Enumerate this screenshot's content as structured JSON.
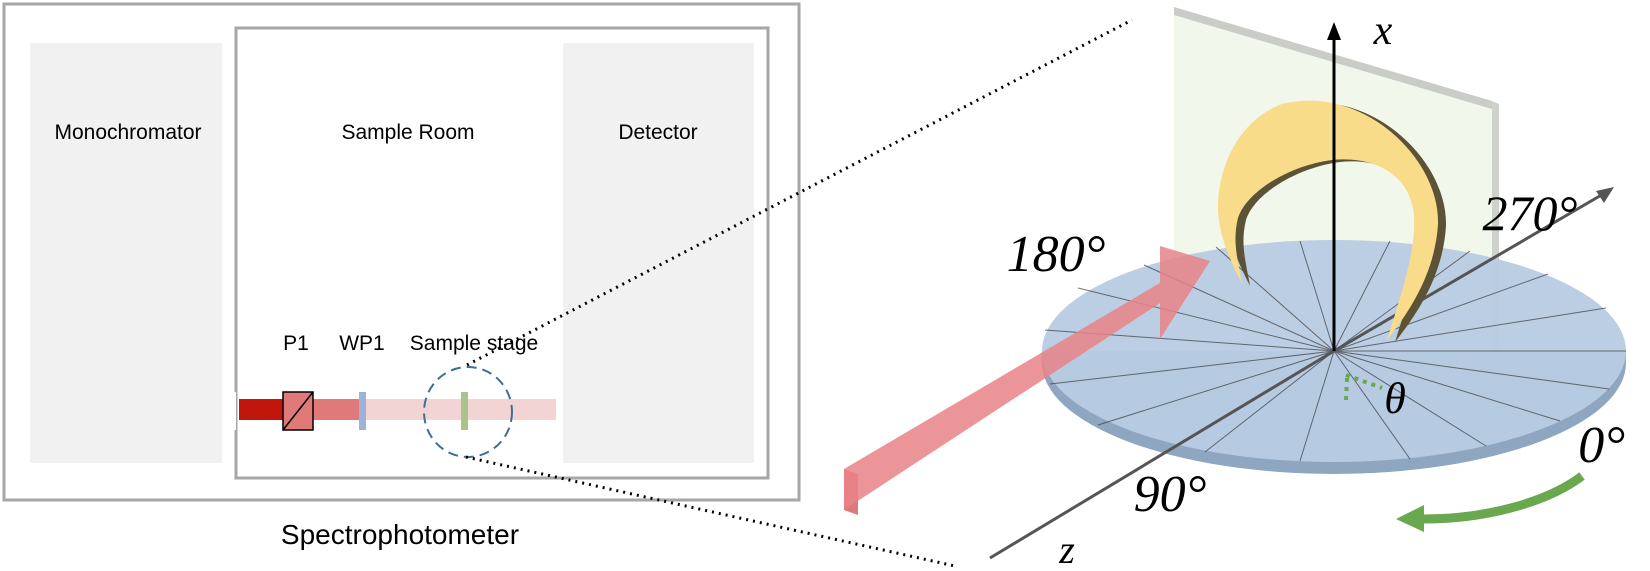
{
  "spectrophotometer": {
    "caption": "Spectrophotometer",
    "monochromator_label": "Monochromator",
    "sample_room_label": "Sample Room",
    "detector_label": "Detector",
    "p1_label": "P1",
    "wp1_label": "WP1",
    "sample_stage_label": "Sample stage"
  },
  "stage_3d": {
    "x_axis_label": "x",
    "z_axis_label": "z",
    "angle_label": "θ",
    "angle_0": "0°",
    "angle_90": "90°",
    "angle_180": "180°",
    "angle_270": "270°"
  },
  "colors": {
    "beam_dark": "#c0160c",
    "beam_mid": "#e07a78",
    "beam_light": "#f3d4d5",
    "wave_plate": "#9ab3d6",
    "sample": "#a8c48a",
    "dashed_circle": "#3d6f93",
    "disk": "#b8cbe3",
    "crescent": "#f8dc8a",
    "rotation_arrow": "#6aa84f",
    "panel_bg": "#f1f1f1",
    "frame": "#a6a6a6"
  }
}
